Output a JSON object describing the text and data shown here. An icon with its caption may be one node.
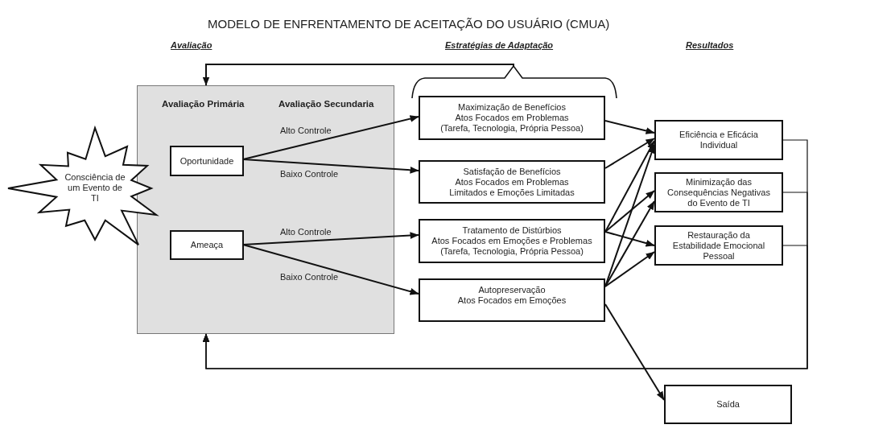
{
  "diagram": {
    "title": "MODELO DE ENFRENTAMENTO DE ACEITAÇÃO DO USUÁRIO (CMUA)",
    "nodes": [
      {
        "text": [
          "Avaliação Primária",
          "Avaliação Secundaria"
        ]
      },
      {
        "text": [
          "Consciência de um Evento de TI"
        ]
      },
      {
        "text": [
          "Oportunidade"
        ],
        "in": 0
      },
      {
        "text": [
          "Ameaça"
        ],
        "in": 0
      },
      {
        "text": [
          "Maximização de Benefícios",
          "Atos Focados em Problemas",
          "(Tarefa, Tecnologia, Própria Pessoa)"
        ]
      },
      {
        "text": [
          "Satisfação de Benefícios",
          "Atos Focados em Problemas Limitados e Emoções Limitadas"
        ]
      },
      {
        "text": [
          "Tratamento de Distúrbios",
          "Atos Focados em Emoções e Problemas",
          "(Tarefa, Tecnologia, Própria Pessoa)"
        ]
      },
      {
        "text": [
          "Autopreservação",
          "Atos Focados em Emoções"
        ]
      },
      {
        "text": [
          "Eficiência e Eficácia Individual"
        ]
      },
      {
        "text": [
          "Minimização das Consequências Negativas do Evento de TI"
        ]
      },
      {
        "text": [
          "Restauração da Estabilidade Emocional Pessoal"
        ]
      },
      {
        "text": [
          "Saída"
        ]
      }
    ],
    "edges": [
      {
        "from": 2,
        "to": 4,
        "arrow": "to",
        "label": "Alto Controle"
      },
      {
        "from": 2,
        "to": 5,
        "arrow": "to",
        "label": "Baixo Controle"
      },
      {
        "from": 3,
        "to": 6,
        "arrow": "to",
        "label": "Alto Controle"
      },
      {
        "from": 3,
        "to": 7,
        "arrow": "to",
        "label": "Baixo Controle"
      },
      {
        "from": 4,
        "to": 8,
        "arrow": "to"
      },
      {
        "from": 5,
        "to": 8,
        "arrow": "to"
      },
      {
        "from": 6,
        "to": 8,
        "arrow": "to"
      },
      {
        "from": 6,
        "to": 9,
        "arrow": "to"
      },
      {
        "from": 6,
        "to": 10,
        "arrow": "to"
      },
      {
        "from": 7,
        "to": 8,
        "arrow": "to"
      },
      {
        "from": 7,
        "to": 9,
        "arrow": "to"
      },
      {
        "from": 7,
        "to": 10,
        "arrow": "to"
      },
      {
        "from": 7,
        "to": 11,
        "arrow": "to"
      },
      {
        "from": 8,
        "to": 0,
        "arrow": "to"
      },
      {
        "from": 9,
        "to": 0,
        "arrow": "to"
      },
      {
        "from": 10,
        "to": 0,
        "arrow": "to"
      },
      {
        "from": 4,
        "to": 0,
        "arrow": "to"
      }
    ],
    "labels": [
      "Avaliação",
      "Estratégias de Adaptação",
      "Resultados"
    ]
  }
}
